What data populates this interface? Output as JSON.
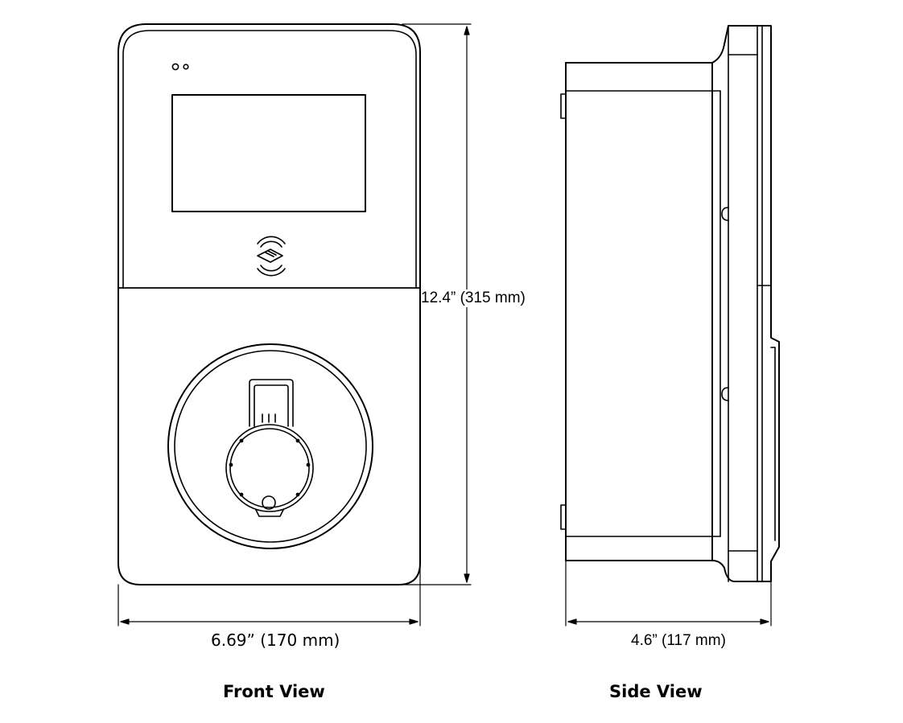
{
  "front": {
    "width_label": "6.69” (170 mm)",
    "height_label": "12.4” (315 mm)",
    "view_title": "Front View"
  },
  "side": {
    "depth_label": "4.6” (117 mm)",
    "view_title": "Side View"
  },
  "colors": {
    "line": "#000000",
    "background": "#ffffff"
  },
  "icons": {
    "rfid": "rfid-card-icon"
  }
}
